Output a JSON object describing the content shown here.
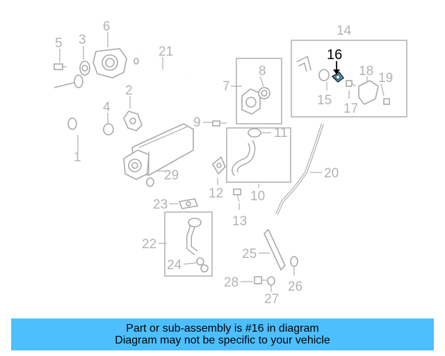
{
  "callouts": [
    {
      "id": "1",
      "label": "1"
    },
    {
      "id": "2",
      "label": "2"
    },
    {
      "id": "3",
      "label": "3"
    },
    {
      "id": "4",
      "label": "4"
    },
    {
      "id": "5",
      "label": "5"
    },
    {
      "id": "6",
      "label": "6"
    },
    {
      "id": "7",
      "label": "7"
    },
    {
      "id": "8",
      "label": "8"
    },
    {
      "id": "9",
      "label": "9"
    },
    {
      "id": "10",
      "label": "10"
    },
    {
      "id": "11",
      "label": "11"
    },
    {
      "id": "12",
      "label": "12"
    },
    {
      "id": "13",
      "label": "13"
    },
    {
      "id": "14",
      "label": "14"
    },
    {
      "id": "15",
      "label": "15"
    },
    {
      "id": "16",
      "label": "16",
      "highlighted": true
    },
    {
      "id": "17",
      "label": "17"
    },
    {
      "id": "18",
      "label": "18"
    },
    {
      "id": "19",
      "label": "19"
    },
    {
      "id": "20",
      "label": "20"
    },
    {
      "id": "21",
      "label": "21"
    },
    {
      "id": "22",
      "label": "22"
    },
    {
      "id": "23",
      "label": "23"
    },
    {
      "id": "24",
      "label": "24"
    },
    {
      "id": "25",
      "label": "25"
    },
    {
      "id": "26",
      "label": "26"
    },
    {
      "id": "27",
      "label": "27"
    },
    {
      "id": "28",
      "label": "28"
    },
    {
      "id": "29",
      "label": "29"
    }
  ],
  "highlight_color": "#4da6d9",
  "caption": {
    "line1": "Part or sub-assembly is #16 in diagram",
    "line2": "Diagram may not be specific to your vehicle",
    "background": "#4dbfff"
  }
}
